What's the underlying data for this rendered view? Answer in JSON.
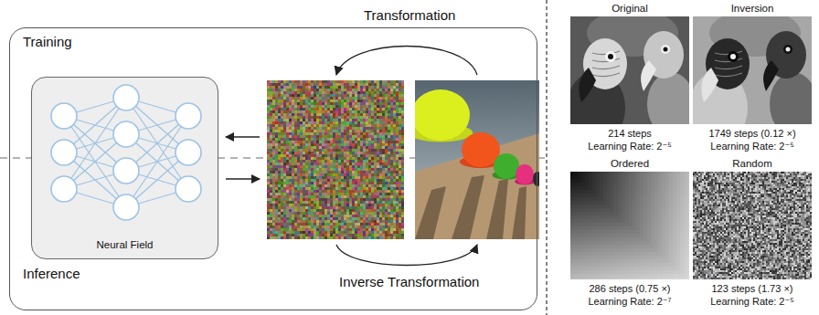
{
  "diagram": {
    "nodes": [
      {
        "text": [
          "Training",
          "Inference"
        ]
      },
      {
        "text": [
          "Neural Field"
        ],
        "in": 0
      },
      {
        "text": [
          "Original",
          "214 steps",
          "Learning Rate: 2⁻⁵"
        ]
      },
      {
        "text": [
          "Inversion",
          "1749 steps (0.12 ×)",
          "Learning Rate: 2⁻⁵"
        ]
      },
      {
        "text": [
          "Ordered",
          "286 steps (0.75 ×)",
          "Learning Rate: 2⁻⁷"
        ]
      },
      {
        "text": [
          "Random",
          "123 steps (1.73 ×)",
          "Learning Rate: 2⁻⁵"
        ]
      }
    ],
    "labels": [
      "Transformation",
      "Inverse Transformation"
    ]
  }
}
